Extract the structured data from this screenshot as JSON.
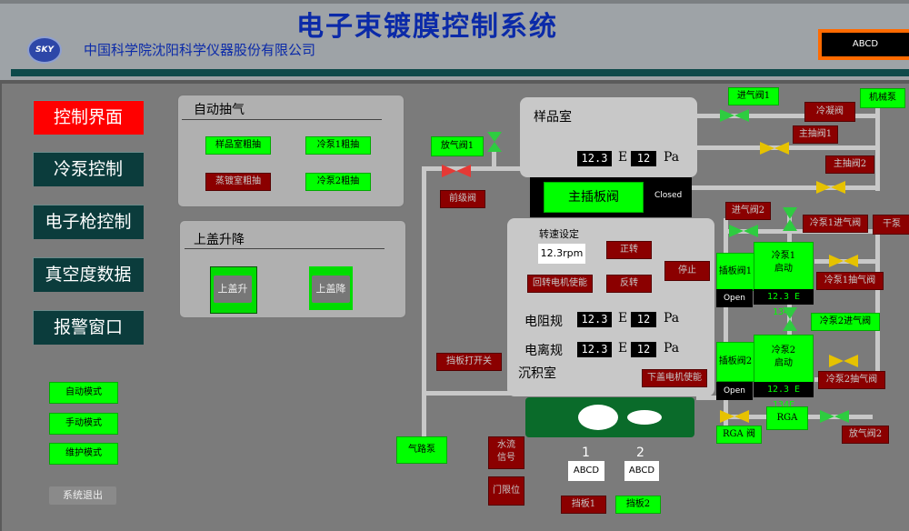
{
  "header": {
    "title": "电子束镀膜控制系统",
    "subtitle": "中国科学院沈阳科学仪器股份有限公司",
    "logo": "SKY",
    "status_box": "ABCD"
  },
  "nav": [
    "控制界面",
    "冷泵控制",
    "电子枪控制",
    "真空度数据",
    "报警窗口"
  ],
  "auto_pump": {
    "title": "自动抽气",
    "buttons": [
      "样品室粗抽",
      "冷泵1粗抽",
      "蒸镀室粗抽",
      "冷泵2粗抽"
    ]
  },
  "lid": {
    "title": "上盖升降",
    "up": "上盖升",
    "down": "上盖降"
  },
  "modes": [
    "自动模式",
    "手动模式",
    "维护模式"
  ],
  "exit": "系统退出",
  "sample_chamber": {
    "label": "样品室",
    "mantissa": "12.3",
    "e": "E",
    "exponent": "12",
    "unit": "Pa"
  },
  "main_valve": {
    "label": "主插板阀",
    "state": "Closed"
  },
  "deposition": {
    "label": "沉积室",
    "speed_label": "转速设定",
    "speed": "12.3rpm",
    "resist_label": "电阻规",
    "resist_m": "12.3",
    "resist_e": "E",
    "resist_x": "12",
    "resist_unit": "Pa",
    "ion_label": "电离规",
    "ion_m": "12.3",
    "ion_e": "E",
    "ion_x": "12",
    "ion_unit": "Pa",
    "buttons": [
      "正转",
      "反转",
      "停止",
      "回转电机使能",
      "下盖电机使能"
    ]
  },
  "valves": {
    "vent1": "放气阀1",
    "vent_red": "前级阀",
    "inlet1": "进气阀1",
    "cold_valve": "冷凝阀",
    "mech_pump": "机械泵",
    "main1": "主抽阀1",
    "main2": "主抽阀2",
    "inlet2": "进气阀2",
    "cp1_inlet": "冷泵1进气阀",
    "dry_pump": "干泵",
    "gate1": "插板阀1",
    "gate2": "插板阀2",
    "gate_state": "Open",
    "cp1": "冷泵1\n启动",
    "cp1_val": "12.3 E 134F",
    "cp1_pump": "冷泵1抽气阀",
    "cp2_inlet": "冷泵2进气阀",
    "cp2": "冷泵2\n启动",
    "cp2_val": "12.3 E 134F",
    "cp2_pump": "冷泵2抽气阀",
    "rga_valve": "RGA 阀",
    "rga": "RGA",
    "vent2": "放气阀2",
    "gas_pump": "气路泵",
    "baffle_open": "挡板打开关",
    "water_signal": "水流\n信号",
    "limit": "门限位",
    "shutter1": "挡板1",
    "shutter2": "挡板2"
  },
  "shutters": {
    "n1": "1",
    "n2": "2",
    "v1": "ABCD",
    "v2": "ABCD"
  },
  "colors": {
    "active": "#ff0000",
    "on": "#00ff00",
    "off": "#8b0000",
    "nav": "#0b3c3c",
    "title": "#0b2aa8"
  }
}
